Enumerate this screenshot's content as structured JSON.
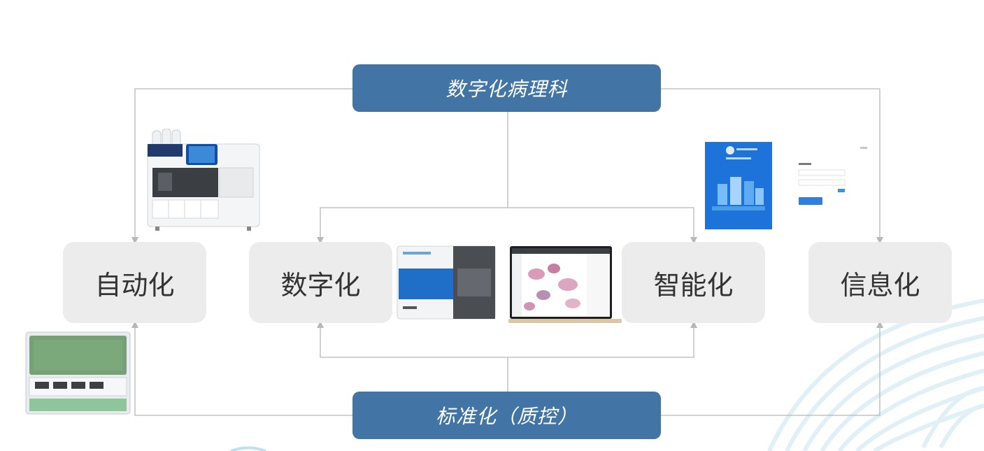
{
  "top_banner": "数字化病理科",
  "bottom_banner": "标准化（质控）",
  "boxes": [
    "自动化",
    "数字化",
    "智能化",
    "信息化"
  ],
  "colors": {
    "banner": "#4374a6",
    "box": "#ececec",
    "line": "#b7b7b7",
    "text": "#333333"
  },
  "images": [
    {
      "name": "automated-stainer-device",
      "description": "automated slide processing instrument with reagent bottles and touch screen"
    },
    {
      "name": "slide-printer-device",
      "description": "cassette/slide labeling instrument"
    },
    {
      "name": "slide-scanner-device",
      "description": "digital slide scanner"
    },
    {
      "name": "laptop-ai-viewer",
      "description": "laptop showing cytology AI analysis software"
    },
    {
      "name": "platform-cover-image",
      "description": "blue cloud platform cover art"
    },
    {
      "name": "login-page-screenshot",
      "description": "platform login page"
    }
  ]
}
